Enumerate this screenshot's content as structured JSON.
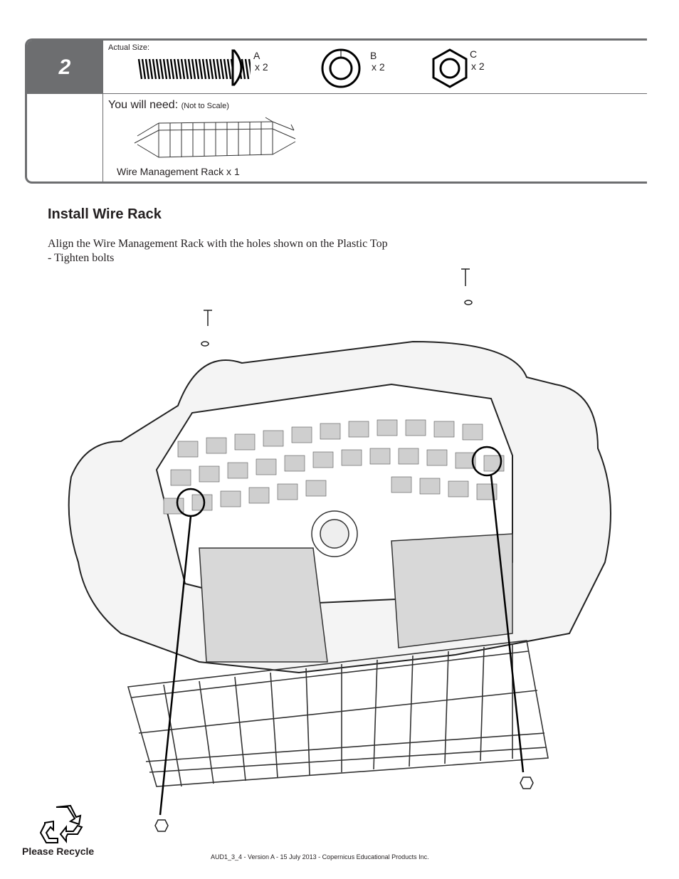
{
  "step": {
    "number": "2",
    "actual_size_label": "Actual Size:",
    "parts": [
      {
        "letter": "A",
        "qty": "x 2",
        "icon": "bolt-icon"
      },
      {
        "letter": "B",
        "qty": "x 2",
        "icon": "washer-icon"
      },
      {
        "letter": "C",
        "qty": "x 2",
        "icon": "hex-nut-icon"
      }
    ],
    "you_will_need": "You will need:",
    "not_to_scale": "(Not to Scale)",
    "rack_label": "Wire Management Rack x 1"
  },
  "section": {
    "title": "Install Wire Rack",
    "instructions": [
      "Align the Wire Management Rack with the holes shown on the Plastic Top",
      "- Tighten bolts"
    ]
  },
  "footer": {
    "recycle_label": "Please Recycle",
    "doc_info": "AUD1_3_4 - Version A - 15 July 2013 - Copernicus Educational Products Inc."
  }
}
